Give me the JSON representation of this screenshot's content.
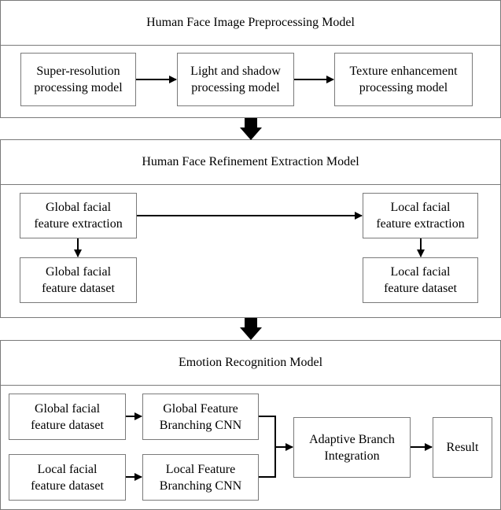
{
  "sections": {
    "preprocessing": {
      "title": "Human Face Image Preprocessing Model",
      "boxes": {
        "super_resolution": "Super-resolution\nprocessing model",
        "light_shadow": "Light and shadow\nprocessing model",
        "texture": "Texture enhancement\nprocessing model"
      }
    },
    "refinement": {
      "title": "Human Face Refinement Extraction Model",
      "boxes": {
        "global_extraction": "Global facial\nfeature extraction",
        "global_dataset": "Global facial\nfeature dataset",
        "local_extraction": "Local facial\nfeature extraction",
        "local_dataset": "Local facial\nfeature dataset"
      }
    },
    "emotion": {
      "title": "Emotion Recognition Model",
      "boxes": {
        "global_dataset": "Global facial\nfeature dataset",
        "global_cnn": "Global Feature\nBranching CNN",
        "local_dataset": "Local facial\nfeature dataset",
        "local_cnn": "Local Feature\nBranching CNN",
        "integration": "Adaptive Branch\nIntegration",
        "result": "Result"
      }
    }
  }
}
